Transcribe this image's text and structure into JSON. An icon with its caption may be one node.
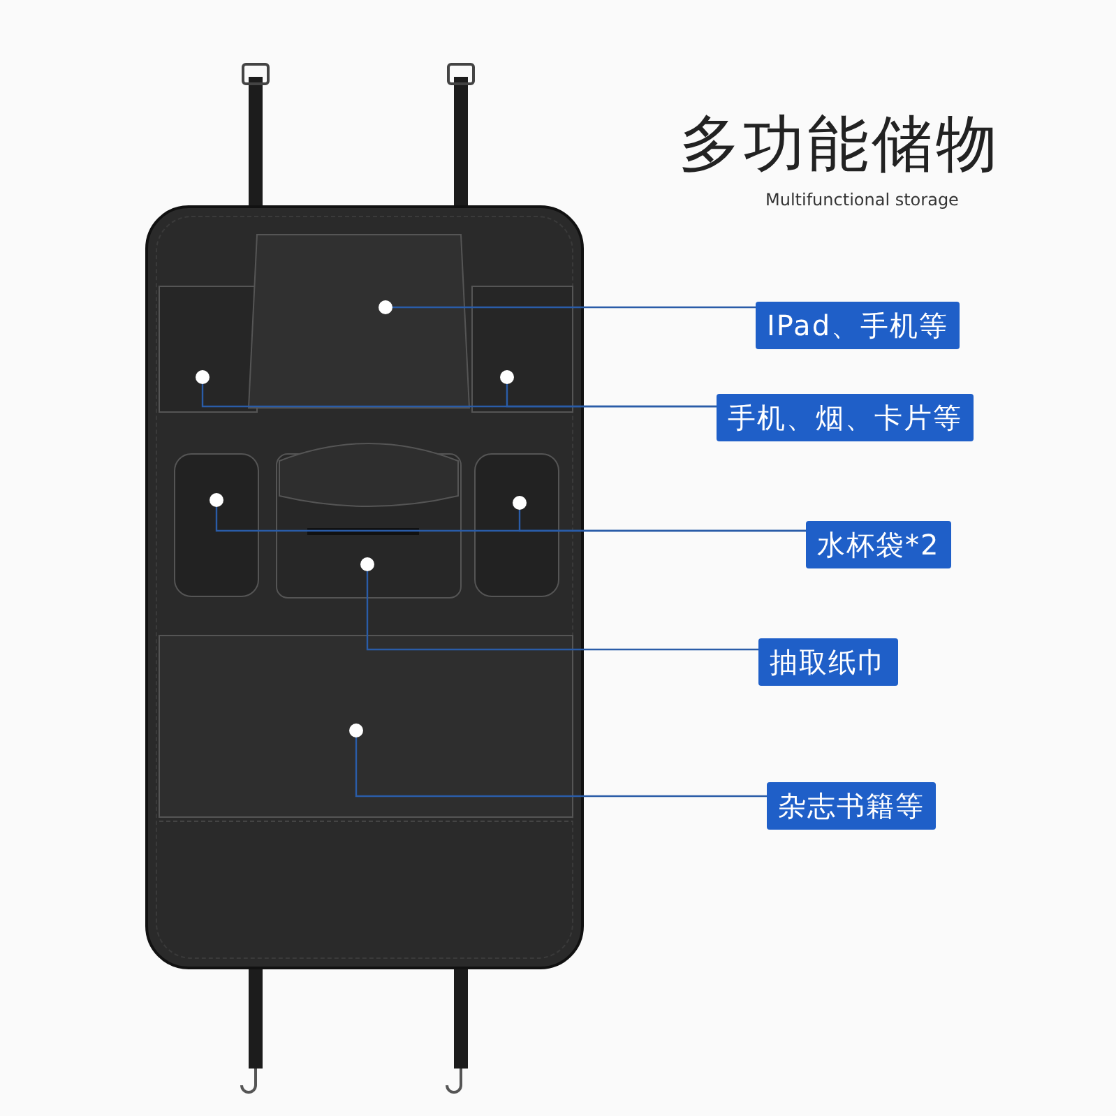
{
  "diagram": {
    "title": "多功能储物",
    "nodes": [
      {
        "text": [],
        "shape": "circle"
      },
      {
        "text": [
          "IPad、手机等"
        ]
      },
      {
        "text": [],
        "shape": "circle"
      },
      {
        "text": [],
        "shape": "circle"
      },
      {
        "text": [
          "手机、烟、卡片等"
        ]
      },
      {
        "text": [],
        "shape": "circle"
      },
      {
        "text": [],
        "shape": "circle"
      },
      {
        "text": [
          "水杯袋*2"
        ]
      },
      {
        "text": [],
        "shape": "circle"
      },
      {
        "text": [
          "抽取纸巾"
        ]
      },
      {
        "text": [],
        "shape": "circle"
      },
      {
        "text": [
          "杂志书籍等"
        ]
      }
    ],
    "edges": [
      {
        "from": 1,
        "to": 0,
        "arrow": "none"
      },
      {
        "from": 4,
        "to": 2,
        "arrow": "none"
      },
      {
        "from": 4,
        "to": 3,
        "arrow": "none"
      },
      {
        "from": 7,
        "to": 5,
        "arrow": "none"
      },
      {
        "from": 7,
        "to": 6,
        "arrow": "none"
      },
      {
        "from": 9,
        "to": 8,
        "arrow": "none"
      },
      {
        "from": 11,
        "to": 10,
        "arrow": "none"
      }
    ],
    "labels": [
      "Multifunctional storage"
    ]
  }
}
